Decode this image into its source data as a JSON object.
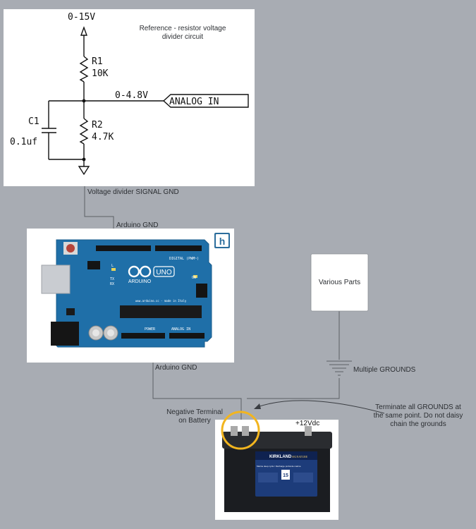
{
  "schematic": {
    "title_line1": "Reference - resistor voltage",
    "title_line2": "divider circuit",
    "vin_label": "0-15V",
    "r1_name": "R1",
    "r1_value": "10K",
    "vout_label": "0-4.8V",
    "analog_in_label": "ANALOG IN",
    "c1_name": "C1",
    "c1_value": "0.1uf",
    "r2_name": "R2",
    "r2_value": "4.7K"
  },
  "labels": {
    "signal_gnd": "Voltage divider SIGNAL GND",
    "arduino_gnd_top": "Arduino GND",
    "arduino_gnd_bottom": "Arduino GND",
    "various_parts": "Various Parts",
    "multiple_grounds": "Multiple GROUNDS",
    "negative_terminal_line1": "Negative Terminal",
    "negative_terminal_line2": "on Battery",
    "terminate_line1": "Terminate all GROUNDS at",
    "terminate_line2": "the same point. Do not daisy",
    "terminate_line3": "chain the grounds",
    "battery_voltage": "+12Vdc"
  },
  "arduino": {
    "brand": "ARDUINO",
    "model": "UNO",
    "logo_letter": "h",
    "digital_header": "DIGITAL (PWM~)",
    "analog_header": "ANALOG IN",
    "power_header": "POWER",
    "on_label": "ON",
    "tx_label": "TX",
    "rx_label": "RX",
    "l_label": "L",
    "website": "www.arduino.cc - made in Italy"
  },
  "battery": {
    "brand": "KIRKLAND",
    "sub_brand": "SIGNATURE",
    "tagline": "Marine deep cycle / Décharge profonde marine",
    "months": "15"
  },
  "colors": {
    "background": "#a8acb3",
    "wire": "#5b5f66",
    "arduino_blue": "#1f6fa8",
    "highlight_ring": "#f2b51f",
    "battery_body": "#1b1d21",
    "battery_label": "#1d3c7a"
  }
}
